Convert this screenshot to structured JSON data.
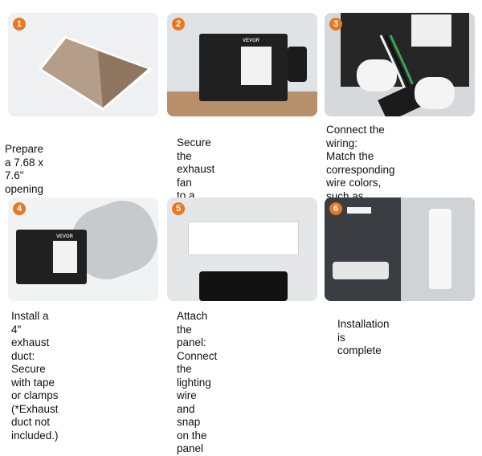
{
  "steps": [
    {
      "number": "1",
      "caption": "Prepare a 7.68 x 7.6\" opening"
    },
    {
      "number": "2",
      "caption": "Secure the exhaust fan\nto a beam or wall pillar"
    },
    {
      "number": "3",
      "caption": "Connect the wiring:\nMatch the corresponding\nwire colors, such as\nconnecting the fan's white\nwire to the house's white wire"
    },
    {
      "number": "4",
      "caption": "Install a 4\" exhaust duct:\nSecure with tape  or clamps\n (*Exhaust duct not included.)"
    },
    {
      "number": "5",
      "caption": "Attach the panel: Connect\nthe lighting wire and snap\non the panel"
    },
    {
      "number": "6",
      "caption": "Installation is complete"
    }
  ],
  "labels": {
    "brand": "VEVOR"
  },
  "colors": {
    "badge": "#e87722"
  }
}
